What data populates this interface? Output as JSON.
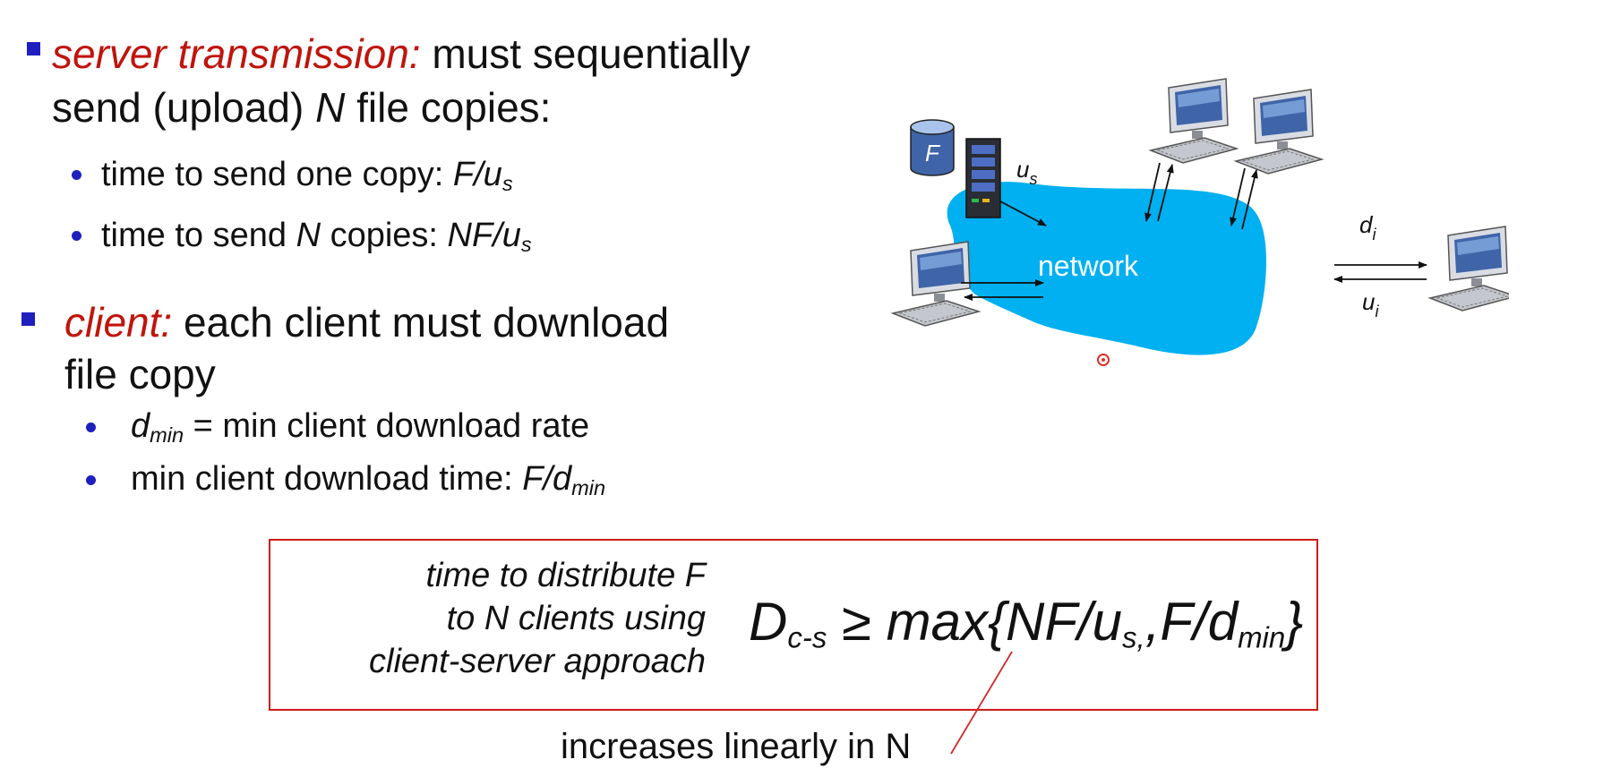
{
  "server": {
    "title": "server transmission:",
    "line1_rest": "must sequentially",
    "line2_a": "send (upload)",
    "line2_N": "N",
    "line2_b": "file copies:",
    "sub1_text": "time to send one copy:",
    "sub1_math": "F/u",
    "sub1_math_sub": "s",
    "sub2_a": "time to send",
    "sub2_N": "N",
    "sub2_b": "copies:",
    "sub2_math": "NF/u",
    "sub2_math_sub": "s"
  },
  "client": {
    "title": "client:",
    "line1_rest": "each client must download",
    "line2": "file copy",
    "sub1_var": "d",
    "sub1_var_sub": "min",
    "sub1_rest": "= min client download rate",
    "sub2_text": "min client download time:",
    "sub2_math": "F/d",
    "sub2_math_sub": "min"
  },
  "diagram": {
    "file_label": "F",
    "us_label": "u",
    "us_sub": "s",
    "network_label": "network",
    "di_label": "d",
    "di_sub": "i",
    "ui_label": "u",
    "ui_sub": "i"
  },
  "formula_box": {
    "caption_line1": "time to  distribute F",
    "caption_line2": "to N clients using",
    "caption_line3": "client-server approach",
    "D": "D",
    "D_sub": "c-s",
    "relation": " ≥ max{NF/u",
    "us_sub": "s,",
    "middle": ",F/d",
    "dmin_sub": "min",
    "close": "}"
  },
  "annotation": "increases linearly in N",
  "colors": {
    "accent_red": "#c0140c",
    "bullet_blue": "#1f1fbf",
    "network": "#00b0f0",
    "box_border": "#cc1d14"
  }
}
